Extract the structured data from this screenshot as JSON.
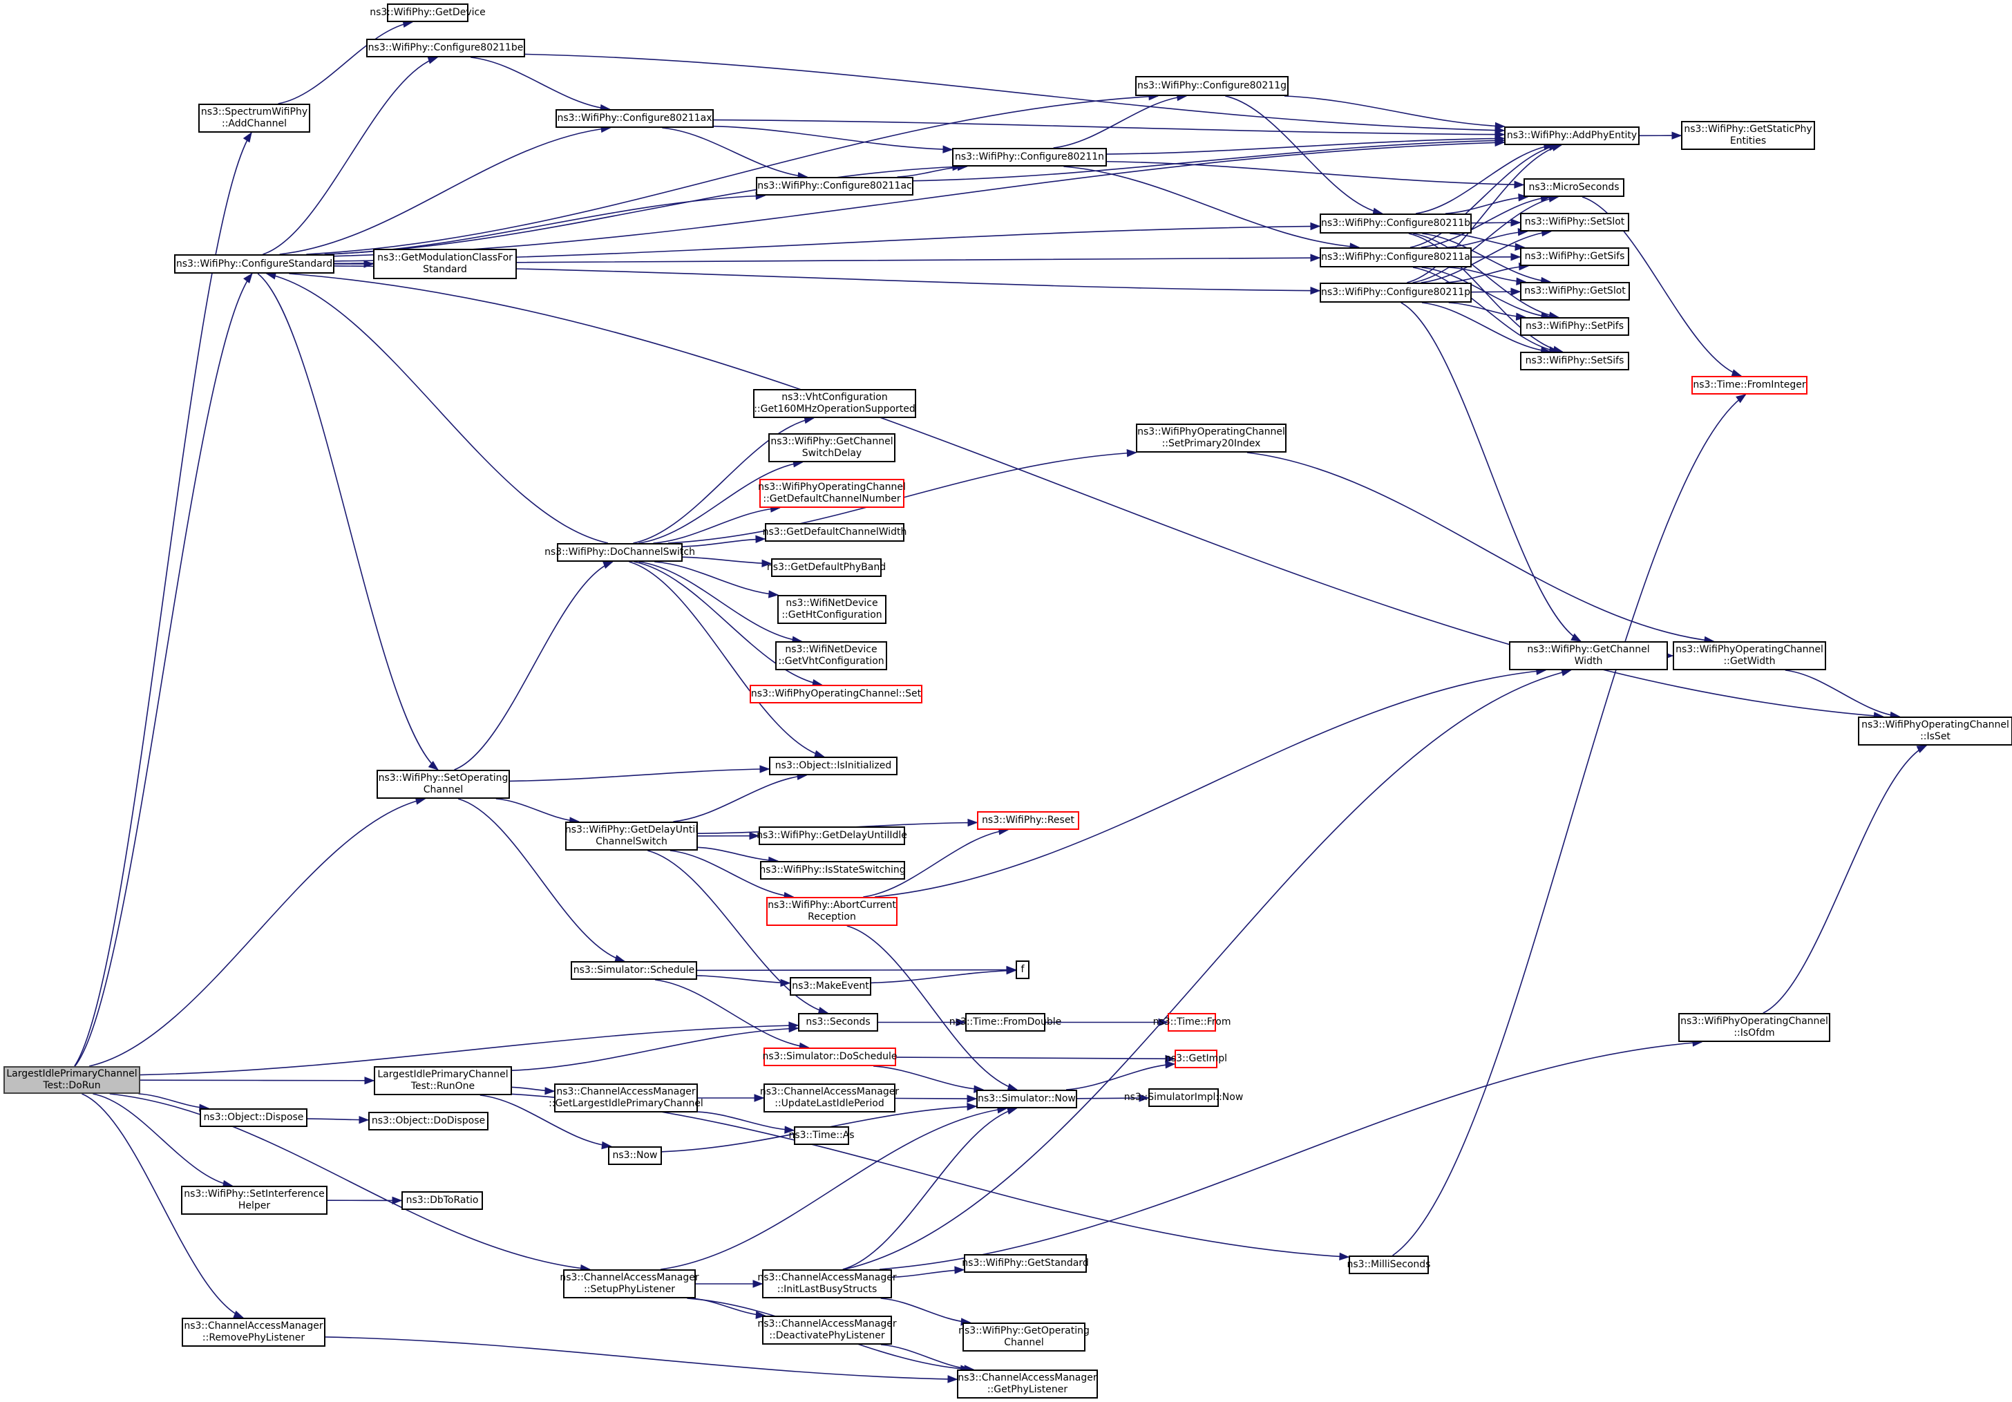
{
  "graph": {
    "title": "Call graph of LargestIdlePrimaryChannelTest::DoRun",
    "edge_color": "#191970",
    "root_fill": "#bfbfbf",
    "truncated_border": "#ff0000",
    "nodes": [
      {
        "id": "dorun",
        "label": "LargestIdlePrimaryChannel\nTest::DoRun",
        "kind": "root"
      },
      {
        "id": "addchannel",
        "label": "ns3::SpectrumWifiPhy\n::AddChannel"
      },
      {
        "id": "getdevice",
        "label": "ns3::WifiPhy::GetDevice"
      },
      {
        "id": "cfgstd",
        "label": "ns3::WifiPhy::ConfigureStandard"
      },
      {
        "id": "be",
        "label": "ns3::WifiPhy::Configure80211be"
      },
      {
        "id": "ax",
        "label": "ns3::WifiPhy::Configure80211ax"
      },
      {
        "id": "ac",
        "label": "ns3::WifiPhy::Configure80211ac"
      },
      {
        "id": "n",
        "label": "ns3::WifiPhy::Configure80211n"
      },
      {
        "id": "g",
        "label": "ns3::WifiPhy::Configure80211g"
      },
      {
        "id": "b",
        "label": "ns3::WifiPhy::Configure80211b"
      },
      {
        "id": "a",
        "label": "ns3::WifiPhy::Configure80211a"
      },
      {
        "id": "p",
        "label": "ns3::WifiPhy::Configure80211p"
      },
      {
        "id": "getmod",
        "label": "ns3::GetModulationClassFor\nStandard"
      },
      {
        "id": "addphy",
        "label": "ns3::WifiPhy::AddPhyEntity"
      },
      {
        "id": "getstatic",
        "label": "ns3::WifiPhy::GetStaticPhy\nEntities"
      },
      {
        "id": "micro",
        "label": "ns3::MicroSeconds"
      },
      {
        "id": "setslot",
        "label": "ns3::WifiPhy::SetSlot"
      },
      {
        "id": "getsifs",
        "label": "ns3::WifiPhy::GetSifs"
      },
      {
        "id": "getslot",
        "label": "ns3::WifiPhy::GetSlot"
      },
      {
        "id": "setpifs",
        "label": "ns3::WifiPhy::SetPifs"
      },
      {
        "id": "setsifs",
        "label": "ns3::WifiPhy::SetSifs"
      },
      {
        "id": "fromint",
        "label": "ns3::Time::FromInteger",
        "kind": "red"
      },
      {
        "id": "vht160",
        "label": "ns3::VhtConfiguration\n::Get160MHzOperationSupported"
      },
      {
        "id": "getswdelay",
        "label": "ns3::WifiPhy::GetChannel\nSwitchDelay"
      },
      {
        "id": "getdefnum",
        "label": "ns3::WifiPhyOperatingChannel\n::GetDefaultChannelNumber",
        "kind": "red"
      },
      {
        "id": "getdefwidth",
        "label": "ns3::GetDefaultChannelWidth"
      },
      {
        "id": "getdefband",
        "label": "ns3::GetDefaultPhyBand"
      },
      {
        "id": "htcfg",
        "label": "ns3::WifiNetDevice\n::GetHtConfiguration"
      },
      {
        "id": "vhtcfg",
        "label": "ns3::WifiNetDevice\n::GetVhtConfiguration"
      },
      {
        "id": "opset",
        "label": "ns3::WifiPhyOperatingChannel::Set",
        "kind": "red"
      },
      {
        "id": "dochsw",
        "label": "ns3::WifiPhy::DoChannelSwitch"
      },
      {
        "id": "setprim",
        "label": "ns3::WifiPhyOperatingChannel\n::SetPrimary20Index"
      },
      {
        "id": "getchw",
        "label": "ns3::WifiPhy::GetChannel\nWidth"
      },
      {
        "id": "getwidth",
        "label": "ns3::WifiPhyOperatingChannel\n::GetWidth"
      },
      {
        "id": "isset",
        "label": "ns3::WifiPhyOperatingChannel\n::IsSet"
      },
      {
        "id": "setopch",
        "label": "ns3::WifiPhy::SetOperating\nChannel"
      },
      {
        "id": "isinit",
        "label": "ns3::Object::IsInitialized"
      },
      {
        "id": "getdelay",
        "label": "ns3::WifiPhy::GetDelayUntil\nChannelSwitch"
      },
      {
        "id": "reset",
        "label": "ns3::WifiPhy::Reset",
        "kind": "red"
      },
      {
        "id": "delayidle",
        "label": "ns3::WifiPhy::GetDelayUntilIdle"
      },
      {
        "id": "isswitch",
        "label": "ns3::WifiPhy::IsStateSwitching"
      },
      {
        "id": "abort",
        "label": "ns3::WifiPhy::AbortCurrent\nReception",
        "kind": "red"
      },
      {
        "id": "schedule",
        "label": "ns3::Simulator::Schedule"
      },
      {
        "id": "f",
        "label": "f"
      },
      {
        "id": "makeevent",
        "label": "ns3::MakeEvent"
      },
      {
        "id": "seconds",
        "label": "ns3::Seconds"
      },
      {
        "id": "fromdouble",
        "label": "ns3::Time::FromDouble"
      },
      {
        "id": "timefrom",
        "label": "ns3::Time::From",
        "kind": "red"
      },
      {
        "id": "dosched",
        "label": "ns3::Simulator::DoSchedule",
        "kind": "red"
      },
      {
        "id": "getimpl",
        "label": "ns3::GetImpl",
        "kind": "red"
      },
      {
        "id": "simnow",
        "label": "ns3::Simulator::Now"
      },
      {
        "id": "implnow",
        "label": "ns3::SimulatorImpl::Now"
      },
      {
        "id": "isofdm",
        "label": "ns3::WifiPhyOperatingChannel\n::IsOfdm"
      },
      {
        "id": "runone",
        "label": "LargestIdlePrimaryChannel\nTest::RunOne"
      },
      {
        "id": "getlargest",
        "label": "ns3::ChannelAccessManager\n::GetLargestIdlePrimaryChannel"
      },
      {
        "id": "updidle",
        "label": "ns3::ChannelAccessManager\n::UpdateLastIdlePeriod"
      },
      {
        "id": "timeas",
        "label": "ns3::Time::As"
      },
      {
        "id": "now",
        "label": "ns3::Now"
      },
      {
        "id": "dispose",
        "label": "ns3::Object::Dispose"
      },
      {
        "id": "dodispose",
        "label": "ns3::Object::DoDispose"
      },
      {
        "id": "setinterf",
        "label": "ns3::WifiPhy::SetInterference\nHelper"
      },
      {
        "id": "dbtoratio",
        "label": "ns3::DbToRatio"
      },
      {
        "id": "milli",
        "label": "ns3::MilliSeconds"
      },
      {
        "id": "setuplis",
        "label": "ns3::ChannelAccessManager\n::SetupPhyListener"
      },
      {
        "id": "initbusy",
        "label": "ns3::ChannelAccessManager\n::InitLastBusyStructs"
      },
      {
        "id": "getstd",
        "label": "ns3::WifiPhy::GetStandard"
      },
      {
        "id": "deactlis",
        "label": "ns3::ChannelAccessManager\n::DeactivatePhyListener"
      },
      {
        "id": "getopch",
        "label": "ns3::WifiPhy::GetOperating\nChannel"
      },
      {
        "id": "removelis",
        "label": "ns3::ChannelAccessManager\n::RemovePhyListener"
      },
      {
        "id": "getlis",
        "label": "ns3::ChannelAccessManager\n::GetPhyListener"
      }
    ],
    "edges": [
      [
        "dorun",
        "addchannel"
      ],
      [
        "dorun",
        "cfgstd"
      ],
      [
        "dorun",
        "setopch"
      ],
      [
        "dorun",
        "seconds"
      ],
      [
        "dorun",
        "runone"
      ],
      [
        "dorun",
        "dispose"
      ],
      [
        "dorun",
        "setinterf"
      ],
      [
        "dorun",
        "setuplis"
      ],
      [
        "dorun",
        "removelis"
      ],
      [
        "addchannel",
        "getdevice"
      ],
      [
        "cfgstd",
        "be"
      ],
      [
        "cfgstd",
        "ax"
      ],
      [
        "cfgstd",
        "ac"
      ],
      [
        "cfgstd",
        "n"
      ],
      [
        "cfgstd",
        "g"
      ],
      [
        "cfgstd",
        "b"
      ],
      [
        "cfgstd",
        "a"
      ],
      [
        "cfgstd",
        "p"
      ],
      [
        "cfgstd",
        "getmod"
      ],
      [
        "cfgstd",
        "setopch"
      ],
      [
        "cfgstd",
        "isset"
      ],
      [
        "cfgstd",
        "addphy"
      ],
      [
        "be",
        "ax"
      ],
      [
        "be",
        "addphy"
      ],
      [
        "ax",
        "n"
      ],
      [
        "ax",
        "ac"
      ],
      [
        "ax",
        "addphy"
      ],
      [
        "ac",
        "n"
      ],
      [
        "ac",
        "addphy"
      ],
      [
        "n",
        "g"
      ],
      [
        "n",
        "a"
      ],
      [
        "n",
        "addphy"
      ],
      [
        "n",
        "micro"
      ],
      [
        "g",
        "b"
      ],
      [
        "g",
        "addphy"
      ],
      [
        "b",
        "addphy"
      ],
      [
        "b",
        "micro"
      ],
      [
        "b",
        "setslot"
      ],
      [
        "b",
        "getsifs"
      ],
      [
        "b",
        "getslot"
      ],
      [
        "b",
        "setpifs"
      ],
      [
        "b",
        "setsifs"
      ],
      [
        "a",
        "addphy"
      ],
      [
        "a",
        "micro"
      ],
      [
        "a",
        "setslot"
      ],
      [
        "a",
        "getsifs"
      ],
      [
        "a",
        "getslot"
      ],
      [
        "a",
        "setpifs"
      ],
      [
        "a",
        "setsifs"
      ],
      [
        "p",
        "addphy"
      ],
      [
        "p",
        "micro"
      ],
      [
        "p",
        "setslot"
      ],
      [
        "p",
        "getsifs"
      ],
      [
        "p",
        "getslot"
      ],
      [
        "p",
        "setpifs"
      ],
      [
        "p",
        "setsifs"
      ],
      [
        "p",
        "getchw"
      ],
      [
        "addphy",
        "getstatic"
      ],
      [
        "micro",
        "fromint"
      ],
      [
        "dochsw",
        "cfgstd"
      ],
      [
        "dochsw",
        "vht160"
      ],
      [
        "dochsw",
        "getswdelay"
      ],
      [
        "dochsw",
        "getdefnum"
      ],
      [
        "dochsw",
        "getdefwidth"
      ],
      [
        "dochsw",
        "getdefband"
      ],
      [
        "dochsw",
        "htcfg"
      ],
      [
        "dochsw",
        "vhtcfg"
      ],
      [
        "dochsw",
        "opset"
      ],
      [
        "dochsw",
        "isinit"
      ],
      [
        "dochsw",
        "setprim"
      ],
      [
        "setprim",
        "getwidth"
      ],
      [
        "getchw",
        "getwidth"
      ],
      [
        "getwidth",
        "isset"
      ],
      [
        "setopch",
        "dochsw"
      ],
      [
        "setopch",
        "isinit"
      ],
      [
        "setopch",
        "getdelay"
      ],
      [
        "setopch",
        "schedule"
      ],
      [
        "getdelay",
        "isinit"
      ],
      [
        "getdelay",
        "reset"
      ],
      [
        "getdelay",
        "delayidle"
      ],
      [
        "getdelay",
        "isswitch"
      ],
      [
        "getdelay",
        "abort"
      ],
      [
        "getdelay",
        "seconds"
      ],
      [
        "abort",
        "reset"
      ],
      [
        "abort",
        "getchw"
      ],
      [
        "abort",
        "simnow"
      ],
      [
        "schedule",
        "f"
      ],
      [
        "schedule",
        "makeevent"
      ],
      [
        "schedule",
        "dosched"
      ],
      [
        "makeevent",
        "f"
      ],
      [
        "seconds",
        "fromdouble"
      ],
      [
        "fromdouble",
        "timefrom"
      ],
      [
        "dosched",
        "getimpl"
      ],
      [
        "dosched",
        "simnow"
      ],
      [
        "simnow",
        "getimpl"
      ],
      [
        "simnow",
        "implnow"
      ],
      [
        "runone",
        "seconds"
      ],
      [
        "runone",
        "getlargest"
      ],
      [
        "runone",
        "now"
      ],
      [
        "runone",
        "milli"
      ],
      [
        "getlargest",
        "updidle"
      ],
      [
        "getlargest",
        "timeas"
      ],
      [
        "updidle",
        "simnow"
      ],
      [
        "now",
        "simnow"
      ],
      [
        "dispose",
        "dodispose"
      ],
      [
        "setinterf",
        "dbtoratio"
      ],
      [
        "milli",
        "fromint"
      ],
      [
        "setuplis",
        "initbusy"
      ],
      [
        "setuplis",
        "deactlis"
      ],
      [
        "setuplis",
        "getlis"
      ],
      [
        "setuplis",
        "simnow"
      ],
      [
        "initbusy",
        "getstd"
      ],
      [
        "initbusy",
        "getopch"
      ],
      [
        "initbusy",
        "simnow"
      ],
      [
        "initbusy",
        "getchw"
      ],
      [
        "initbusy",
        "isofdm"
      ],
      [
        "deactlis",
        "getlis"
      ],
      [
        "isofdm",
        "isset"
      ],
      [
        "removelis",
        "getlis"
      ]
    ]
  }
}
